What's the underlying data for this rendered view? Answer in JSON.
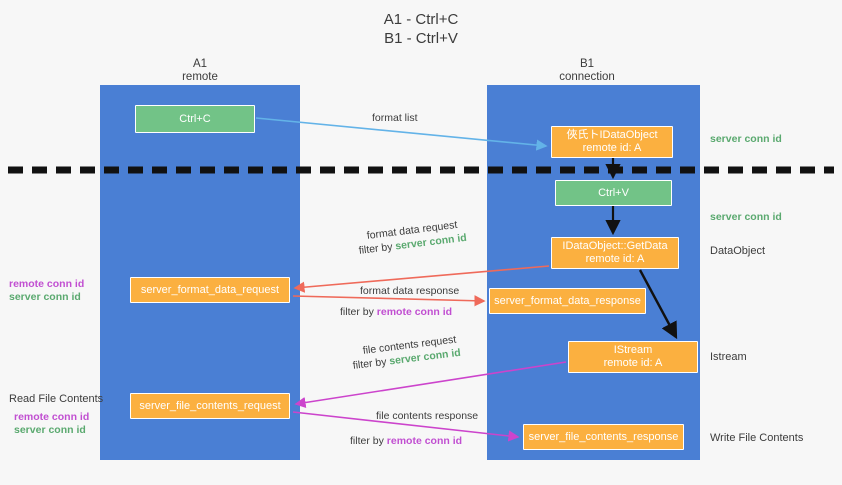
{
  "title_lines": [
    "A1 - Ctrl+C",
    "B1 - Ctrl+V"
  ],
  "columns": {
    "left": {
      "name": "A1",
      "sub": "remote"
    },
    "right": {
      "name": "B1",
      "sub": "connection"
    }
  },
  "colors": {
    "lane": "#4a7fd4",
    "green_box": "#72c387",
    "orange_box": "#fbb040",
    "server_conn": "#5aa96f",
    "remote_conn": "#c14fd1",
    "arrow_blue": "#63b3e8",
    "arrow_red": "#ef6a5a",
    "arrow_magenta": "#cc44cc",
    "arrow_black": "#111111",
    "text": "#3c3c3c",
    "background": "#f7f7f7"
  },
  "boxes": {
    "ctrl_c": {
      "label": "Ctrl+C",
      "style": "green"
    },
    "idataobject": {
      "line1": "俠⽒トIDataObject",
      "line2": "remote id: A",
      "style": "orange"
    },
    "ctrl_v": {
      "label": "Ctrl+V",
      "style": "green"
    },
    "getdata": {
      "line1": "IDataObject::GetData",
      "line2": "remote id: A",
      "style": "orange"
    },
    "server_format_data_request": {
      "label": "server_format_data_request",
      "style": "orange"
    },
    "server_format_data_response": {
      "label": "server_format_data_response",
      "style": "orange"
    },
    "istream": {
      "line1": "IStream",
      "line2": "remote id: A",
      "style": "orange"
    },
    "server_file_contents_request": {
      "label": "server_file_contents_request",
      "style": "orange"
    },
    "server_file_contents_response": {
      "label": "server_file_contents_response",
      "style": "orange"
    }
  },
  "edge_labels": {
    "format_list": "format list",
    "format_data_request": "format data request",
    "format_data_response": "format data response",
    "file_contents_request": "file contents request",
    "file_contents_response": "file contents response",
    "filter_by": "filter by ",
    "server_conn_id": "server conn id",
    "remote_conn_id": "remote conn id"
  },
  "side_labels": {
    "server_conn_id_top": "server conn id",
    "server_conn_id_mid": "server conn id",
    "dataobject": "DataObject",
    "istream": "Istream",
    "write_file_contents": "Write File Contents",
    "read_file_contents": "Read File Contents"
  },
  "conn_pairs": {
    "remote": "remote conn id",
    "server": "server conn id"
  }
}
